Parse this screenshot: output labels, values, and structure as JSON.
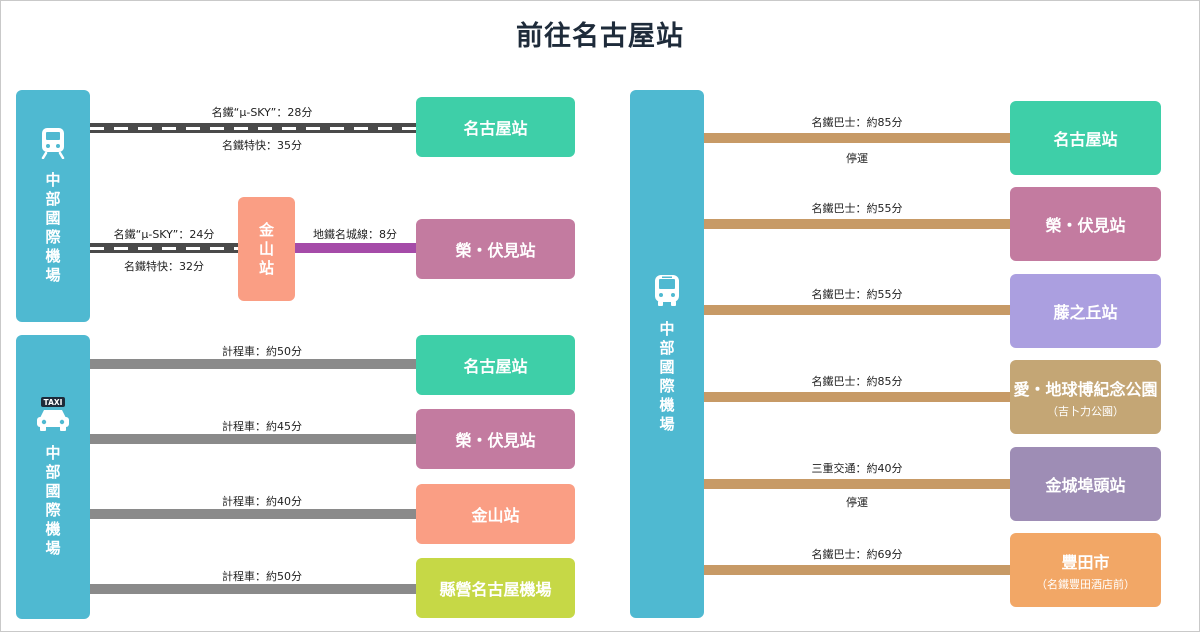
{
  "title": "前往名古屋站",
  "origin_label": "中部國際機場",
  "colors": {
    "origin": "#4fb9d1",
    "nagoya": "#3ecfa8",
    "sakae": "#c37ba0",
    "kanayama": "#fa9e84",
    "prefectural": "#c6d846",
    "fujigaoka": "#ab9fe0",
    "expo": "#c4a675",
    "kinjo": "#9e8db5",
    "toyota": "#f2a766",
    "rail": "#4a4a4a",
    "metro": "#a54ba8",
    "taxi": "#8a8a8a",
    "bus": "#c79a66"
  },
  "train_section": {
    "icon": "train-icon",
    "routes": [
      {
        "dest": "名古屋站",
        "above": "名鐵“μ-SKY”：28分",
        "below": "名鐵特快：35分"
      },
      {
        "dest": "榮・伏見站",
        "transfer": "金山站",
        "above": "名鐵“μ-SKY”：24分",
        "below": "名鐵特快：32分",
        "transfer_label": "地鐵名城線：8分"
      }
    ]
  },
  "taxi_section": {
    "icon": "taxi-icon",
    "icon_text": "TAXI",
    "routes": [
      {
        "dest": "名古屋站",
        "label": "計程車：約50分"
      },
      {
        "dest": "榮・伏見站",
        "label": "計程車：約45分"
      },
      {
        "dest": "金山站",
        "label": "計程車：約40分"
      },
      {
        "dest": "縣營名古屋機場",
        "label": "計程車：約50分"
      }
    ]
  },
  "bus_section": {
    "icon": "bus-icon",
    "routes": [
      {
        "dest": "名古屋站",
        "label": "名鐵巴士：約85分",
        "note": "停運"
      },
      {
        "dest": "榮・伏見站",
        "label": "名鐵巴士：約55分"
      },
      {
        "dest": "藤之丘站",
        "label": "名鐵巴士：約55分"
      },
      {
        "dest": "愛・地球博紀念公園",
        "dest_sub": "（吉卜力公園）",
        "label": "名鐵巴士：約85分"
      },
      {
        "dest": "金城埠頭站",
        "label": "三重交通：約40分",
        "note": "停運"
      },
      {
        "dest": "豐田市",
        "dest_sub": "（名鐵豐田酒店前）",
        "label": "名鐵巴士：約69分"
      }
    ]
  }
}
